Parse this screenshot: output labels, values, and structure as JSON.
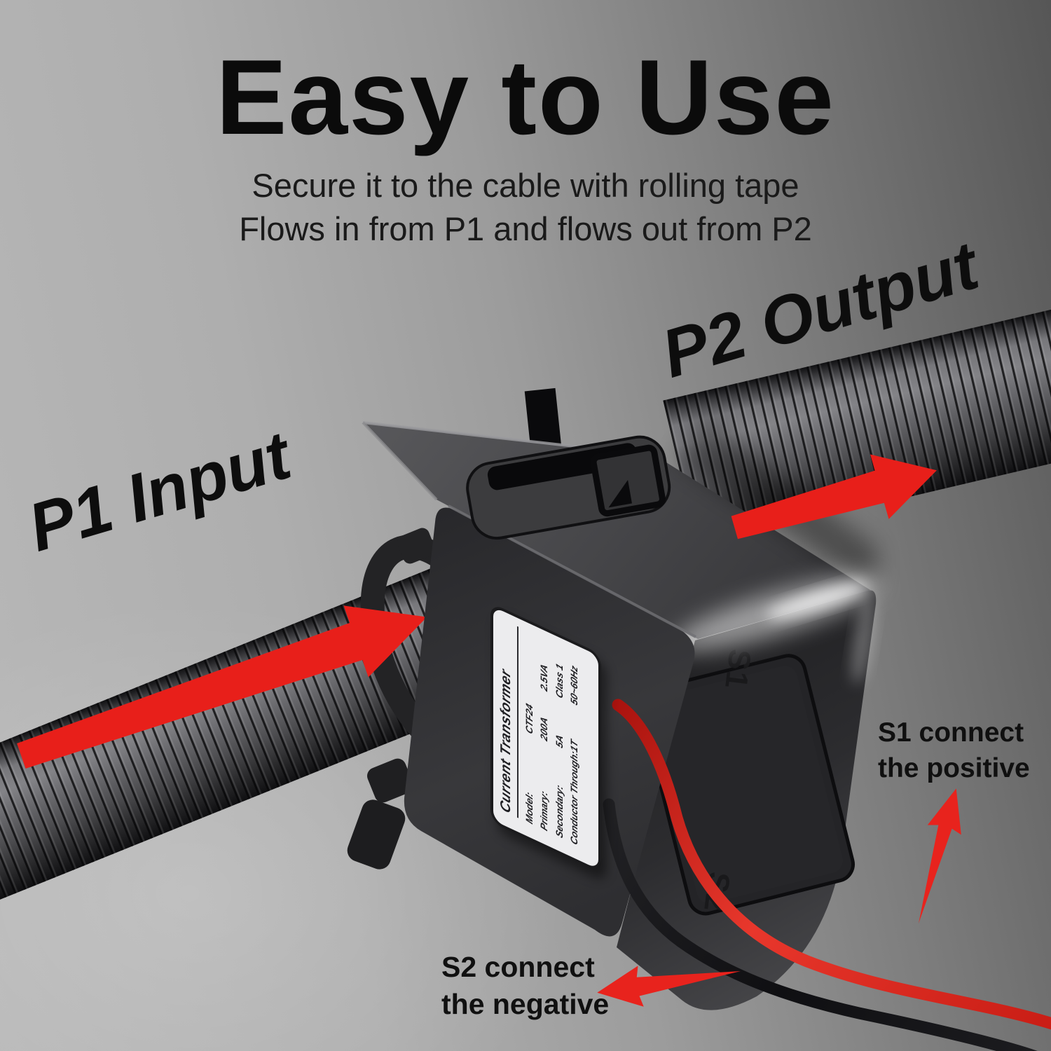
{
  "header": {
    "title": "Easy to Use",
    "subtitle_line1": "Secure it to the cable with rolling tape",
    "subtitle_line2": "Flows in from P1 and flows out from P2"
  },
  "flow_labels": {
    "p1": "P1 Input",
    "p2": "P2 Output"
  },
  "terminal_notes": {
    "s1_line1": "S1 connect",
    "s1_line2": "the positive",
    "s2_line1": "S2 connect",
    "s2_line2": "the negative"
  },
  "device": {
    "label": {
      "title": "Current Transformer",
      "rows": [
        {
          "k": "Model:",
          "v1": "CTF24",
          "v2": ""
        },
        {
          "k": "Primary:",
          "v1": "200A",
          "v2": "2.5VA"
        },
        {
          "k": "Secondary:",
          "v1": "5A",
          "v2": "Class 1"
        },
        {
          "k": "Conductor Through:1T",
          "v1": "50~60Hz",
          "v2": ""
        }
      ]
    },
    "markings": {
      "s1": "S1",
      "s2": "S2"
    }
  },
  "colors": {
    "accent_red": "#e81f1a",
    "wire_red": "#d9261e",
    "wire_black": "#151518",
    "background_light": "#b5b5b5",
    "background_dark": "#565656",
    "device_body": "#313134",
    "cable_gray": "#6a6a6e",
    "label_bg": "#ececee"
  }
}
